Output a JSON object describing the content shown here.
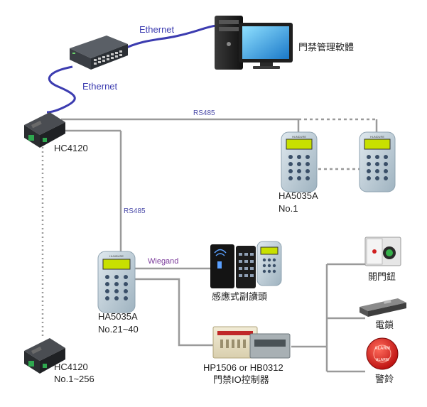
{
  "labels": {
    "ethernet_top": "Ethernet",
    "ethernet_mid": "Ethernet",
    "software": "門禁管理軟體",
    "rs485_top": "RS485",
    "rs485_left": "RS485",
    "hc4120_top": "HC4120",
    "hc4120_bottom_name": "HC4120",
    "hc4120_bottom_range": "No.1~256",
    "ha5035a_right_name": "HA5035A",
    "ha5035a_right_no": "No.1",
    "ha5035a_left_name": "HA5035A",
    "ha5035a_left_no": "No.21~40",
    "wiegand": "Wiegand",
    "reader": "感應式副讀頭",
    "controller_name": "HP1506 or HB0312",
    "controller_desc": "門禁IO控制器",
    "exit_button": "開門鈕",
    "lock": "電鎖",
    "alarm": "警鈴",
    "alarm_badge": "ALARM",
    "keypad_brand": "HUNDURE"
  },
  "colors": {
    "line": "#9a9a9a",
    "ethernet_cable": "#3c3cb0",
    "rs485_text": "#4a4aa8",
    "wiegand_text": "#7a3a9a",
    "keypad_body": "#c2d1db",
    "lcd": "#c8e000",
    "alarm_red": "#d81818"
  }
}
